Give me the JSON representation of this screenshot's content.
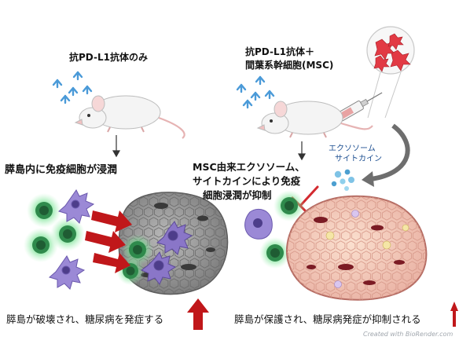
{
  "left_panel": {
    "title": "抗PD-L1抗体のみ",
    "step_label": "膵島内に免疫細胞が浸潤",
    "outcome": "膵島が破壊され、糖尿病を発症する"
  },
  "right_panel": {
    "title_line1": "抗PD-L1抗体＋",
    "title_line2": "間葉系幹細胞(MSC)",
    "exosome_line1": "エクソソーム",
    "exosome_line2": "サイトカイン",
    "msc_line1": "MSC由来エクソソーム、",
    "msc_line2": "サイトカインにより免疫",
    "msc_line3": "細胞浸潤が抑制",
    "outcome": "膵島が保護され、糖尿病発症が抑制される"
  },
  "credit": "Created with BioRender.com",
  "colors": {
    "arrow_red": "#c0171a",
    "antibody_blue": "#4a9ad8",
    "t_cell_green": "#2f8a4c",
    "dendritic_purple": "#8a76c8",
    "islet_gray": "#8f8f8f",
    "islet_pink": "#f0c4b8",
    "msc_red": "#e23a44",
    "exosome_blue": "#7fc3e6"
  }
}
